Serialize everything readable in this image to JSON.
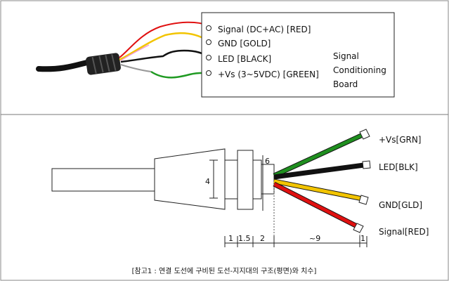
{
  "top_panel": {
    "pins": [
      {
        "label": "Signal (DC+AC) [RED]"
      },
      {
        "label": "GND [GOLD]"
      },
      {
        "label": "LED [BLACK]"
      },
      {
        "label": "+Vs (3~5VDC) [GREEN]"
      }
    ],
    "board_title_lines": [
      "Signal",
      "Conditioning",
      "Board"
    ],
    "wire_colors": {
      "red": "#e01010",
      "gold": "#f2c400",
      "black": "#111111",
      "green": "#1f9a22"
    }
  },
  "bottom_panel": {
    "wire_labels": [
      {
        "label": "+Vs[GRN]",
        "color": "#1f8f1f"
      },
      {
        "label": "LED[BLK]",
        "color": "#000000"
      },
      {
        "label": "GND[GLD]",
        "color": "#f2c400"
      },
      {
        "label": "Signal[RED]",
        "color": "#e01010"
      }
    ],
    "dim_height_outer": "4",
    "dim_height_inner": "6",
    "dims_bottom": [
      "1",
      "1.5",
      "2",
      "~9",
      "1"
    ]
  },
  "caption": "[참고1 : 연결 도선에 구비된 도선-지지대의 구조(평면)와 치수]"
}
